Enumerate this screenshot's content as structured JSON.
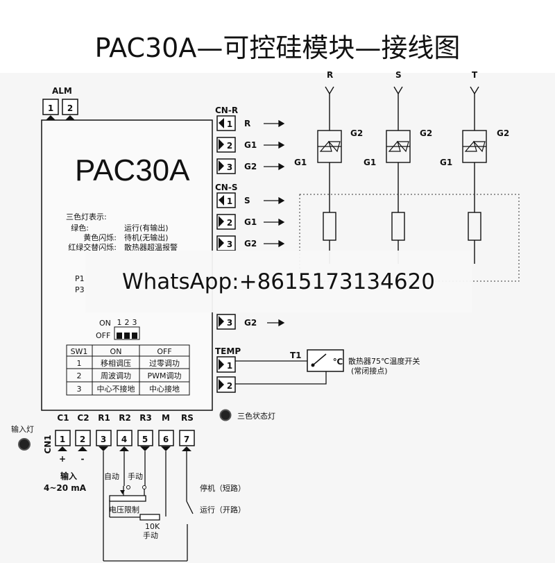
{
  "title": "PAC30A—可控硅模块—接线图",
  "watermark": "WhatsApp:+8615173134620",
  "module": {
    "name": "PAC30A",
    "alm": "ALM",
    "alm_pins": [
      "1",
      "2"
    ],
    "led_info": {
      "heading": "三色灯表示:",
      "green_label": "绿色:",
      "green_desc": "运行(有输出)",
      "yellow_label": "黄色闪烁:",
      "yellow_desc": "待机(无输出)",
      "redgreen_label": "红绿交替闪烁:",
      "redgreen_desc": "散热器超温报警"
    },
    "p_labels": [
      "P1",
      "P3"
    ],
    "dip": {
      "on": "ON",
      "off": "OFF",
      "nums": [
        "1",
        "2",
        "3"
      ]
    },
    "sw_table": {
      "header": [
        "SW1",
        "ON",
        "OFF"
      ],
      "rows": [
        [
          "1",
          "移相调压",
          "过零调功"
        ],
        [
          "2",
          "周波调功",
          "PWM调功"
        ],
        [
          "3",
          "中心不接地",
          "中心接地"
        ]
      ]
    },
    "bottom_labels": [
      "C1",
      "C2",
      "R1",
      "R2",
      "R3",
      "M",
      "RS"
    ],
    "bottom_pins": [
      "1",
      "2",
      "3",
      "4",
      "5",
      "6",
      "7"
    ],
    "cn1": "CN1"
  },
  "connectors": {
    "cnr": {
      "name": "CN-R",
      "pins": [
        "1",
        "2",
        "3"
      ],
      "signals": [
        "R",
        "G1",
        "G2"
      ]
    },
    "cns": {
      "name": "CN-S",
      "pins": [
        "1",
        "2",
        "3"
      ],
      "signals": [
        "S",
        "G1",
        "G2"
      ]
    },
    "cnt_last": {
      "pin": "3",
      "signal": "G2"
    },
    "temp": {
      "name": "TEMP",
      "pins": [
        "1",
        "2"
      ]
    }
  },
  "phases": [
    "R",
    "S",
    "T"
  ],
  "thyristor": {
    "g1": "G1",
    "g2": "G2"
  },
  "temp_switch": {
    "t1": "T1",
    "symbol": "℃",
    "desc": "散热器75℃温度开关",
    "desc2": "(常闭接点)"
  },
  "status_led": "三色状态灯",
  "input_led": "输入灯",
  "input": {
    "plus": "+",
    "minus": "-",
    "label": "输入",
    "range": "4~20 mA"
  },
  "control": {
    "auto": "自动",
    "manual": "手动",
    "limit": "电压限制",
    "pot": "10K",
    "pot2": "手动"
  },
  "stop_run": {
    "stop": "停机（短路）",
    "run": "运行（开路）"
  }
}
